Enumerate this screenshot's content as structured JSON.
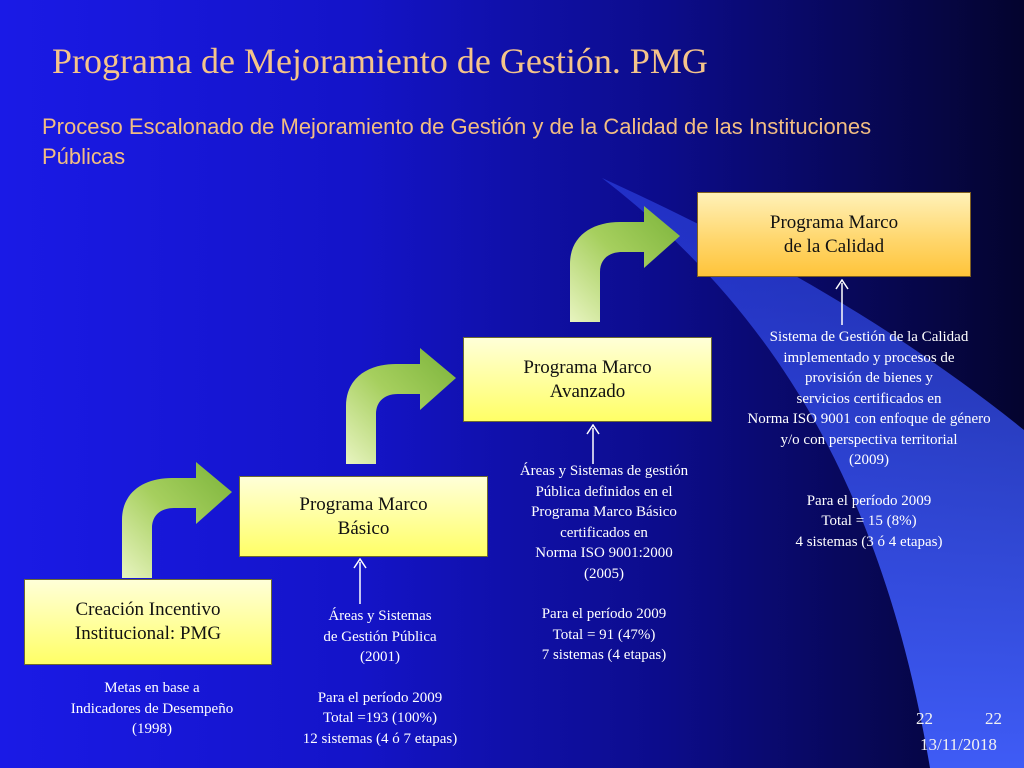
{
  "slide": {
    "title": "Programa de Mejoramiento de Gestión. PMG",
    "subtitle": "Proceso Escalonado de Mejoramiento de Gestión y de la Calidad de las Instituciones Públicas",
    "page_number_left": "22",
    "page_number_right": "22",
    "date": "13/11/2018"
  },
  "stages": [
    {
      "label_lines": [
        "Creación Incentivo",
        "Institucional: PMG"
      ],
      "description_lines": [
        "Metas en base a",
        "Indicadores de Desempeño",
        "(1998)"
      ],
      "period_lines": []
    },
    {
      "label_lines": [
        "Programa Marco",
        "Básico"
      ],
      "description_lines": [
        "Áreas y Sistemas",
        "de Gestión Pública",
        "(2001)"
      ],
      "period_lines": [
        "Para el período 2009",
        "Total =193 (100%)",
        "12 sistemas (4 ó 7 etapas)"
      ]
    },
    {
      "label_lines": [
        "Programa Marco",
        "Avanzado"
      ],
      "description_lines": [
        "Áreas y Sistemas de gestión",
        "Pública definidos en el",
        "Programa Marco Básico",
        "certificados en",
        "Norma ISO 9001:2000",
        "(2005)"
      ],
      "period_lines": [
        "Para el período 2009",
        "Total = 91 (47%)",
        "7 sistemas (4 etapas)"
      ]
    },
    {
      "label_lines": [
        "Programa Marco",
        "de la Calidad"
      ],
      "description_lines": [
        "Sistema de Gestión de la Calidad",
        "implementado y procesos de",
        "provisión de bienes y",
        "servicios certificados en",
        "Norma ISO 9001 con  enfoque de género",
        "y/o con perspectiva territorial",
        "(2009)"
      ],
      "period_lines": [
        "Para el período 2009",
        "Total = 15 (8%)",
        "4 sistemas (3 ó 4 etapas)"
      ]
    }
  ],
  "colors": {
    "title": "#f5c48a",
    "box_fill": "#ffff9a",
    "top_box_fill": "#ffd76e",
    "arrow_green": "#a6cf5e",
    "beam": "#3a55f0"
  },
  "icons": {
    "step_arrow": "curved-up-right-arrow-icon",
    "connector": "up-arrow-icon"
  }
}
